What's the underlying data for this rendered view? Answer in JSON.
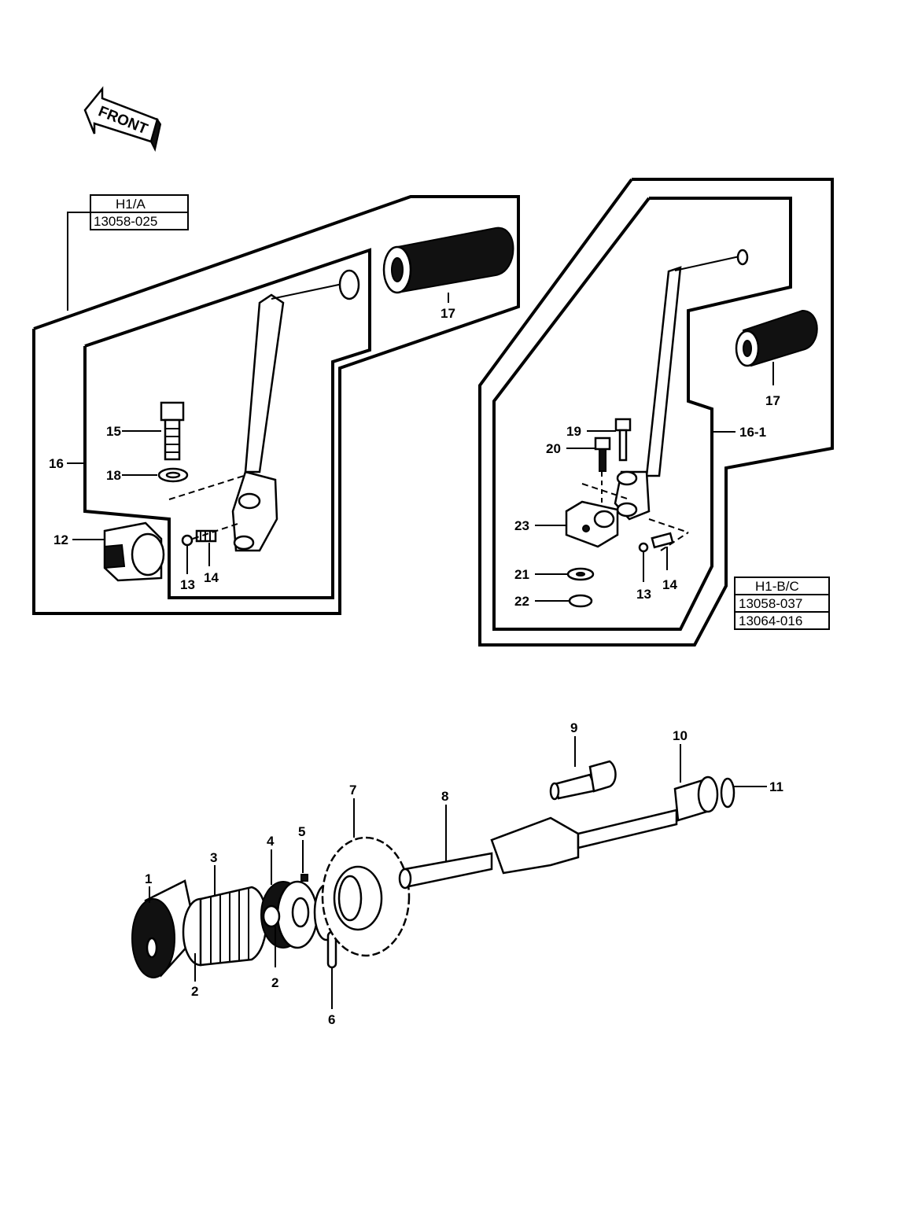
{
  "front_arrow": {
    "label": "FRONT"
  },
  "variants": [
    {
      "model": "H1/A",
      "codes": [
        "13058-025"
      ]
    },
    {
      "model": "H1-B/C",
      "codes": [
        "13058-037",
        "13064-016"
      ]
    }
  ],
  "callouts": {
    "c1": "1",
    "c2a": "2",
    "c2b": "2",
    "c3": "3",
    "c4": "4",
    "c5": "5",
    "c6": "6",
    "c7": "7",
    "c8": "8",
    "c9": "9",
    "c10": "10",
    "c11": "11",
    "c12": "12",
    "c13a": "13",
    "c14a": "14",
    "c15": "15",
    "c16": "16",
    "c17a": "17",
    "c18": "18",
    "c13b": "13",
    "c14b": "14",
    "c16_1": "16-1",
    "c17b": "17",
    "c19": "19",
    "c20": "20",
    "c21": "21",
    "c22": "22",
    "c23": "23"
  }
}
